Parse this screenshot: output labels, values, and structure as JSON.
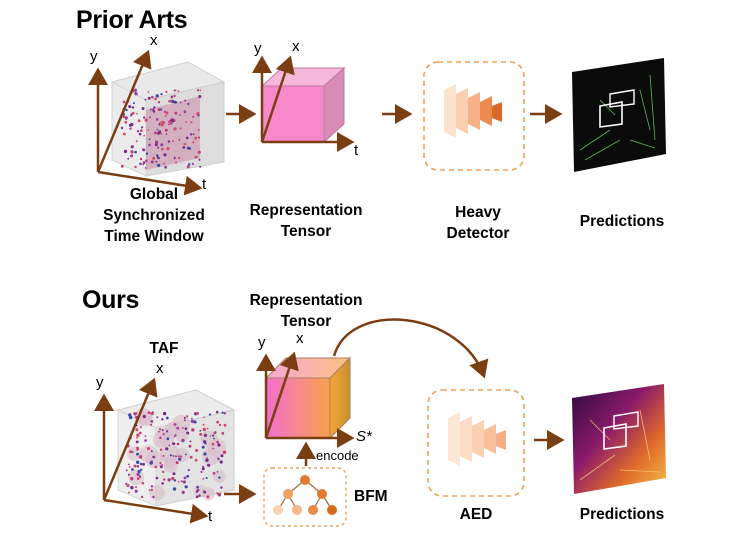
{
  "prior": {
    "heading": "Prior Arts",
    "window_label": [
      "Global",
      "Synchronized",
      "Time Window"
    ],
    "tensor_label": [
      "Representation",
      "Tensor"
    ],
    "detector_label": [
      "Heavy",
      "Detector"
    ],
    "predictions_label": "Predictions"
  },
  "ours": {
    "heading": "Ours",
    "taf_label": "TAF",
    "tensor_label": [
      "Representation",
      "Tensor"
    ],
    "bfm_label": "BFM",
    "aed_label": "AED",
    "encode_label": "encode",
    "s_label": "S*",
    "predictions_label": "Predictions"
  },
  "axes": {
    "x": "x",
    "y": "y",
    "t": "t"
  },
  "colors": {
    "arrow": "#7a3e12",
    "orange_dashed": "#f0a15c",
    "tensor_pink": "#f77fc9",
    "tensor_orange": "#f5a623",
    "box_gray": "#b9b9b9"
  }
}
